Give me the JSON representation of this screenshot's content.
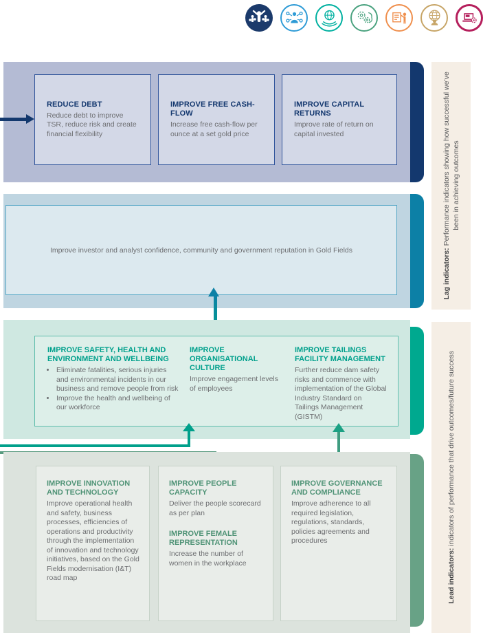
{
  "icons": [
    {
      "name": "people-leadership-icon",
      "color": "#1b3a6b",
      "style": "filled"
    },
    {
      "name": "stakeholder-network-icon",
      "color": "#2e9bd6",
      "style": "ring"
    },
    {
      "name": "globe-in-hands-icon",
      "color": "#00b0a0",
      "style": "ring"
    },
    {
      "name": "gears-brain-innovation-icon",
      "color": "#4aa27f",
      "style": "ring"
    },
    {
      "name": "presenter-board-icon",
      "color": "#ef8f4d",
      "style": "ring"
    },
    {
      "name": "globe-person-icon",
      "color": "#c7a567",
      "style": "ring"
    },
    {
      "name": "laptop-gear-icon",
      "color": "#b51f5c",
      "style": "thick-ring"
    }
  ],
  "colors": {
    "band1_bg": "#b4bbd4",
    "band1_cap": "#13386e",
    "band2_bg": "#bfd5e1",
    "band2_cap": "#0c80a6",
    "band3_bg": "#cfe8e1",
    "band3_cap": "#00a98f",
    "band4_bg": "#dce3dd",
    "band4_cap": "#68a286",
    "teal_accent": "#00a08b",
    "green_accent": "#579a7e",
    "beige_strip": "#f5eee5"
  },
  "strategy_band": {
    "boxes": [
      {
        "title": "REDUCE DEBT",
        "body": "Reduce debt to improve TSR, reduce risk and create financial flexibility"
      },
      {
        "title": "IMPROVE FREE CASH-FLOW",
        "body": "Increase free cash-flow per ounce at a set gold price"
      },
      {
        "title": "IMPROVE CAPITAL RETURNS",
        "body": "Improve rate of return on capital invested"
      }
    ]
  },
  "reputation_band": {
    "text": "Improve investor and analyst confidence, community and government reputation in Gold Fields"
  },
  "outcomes_band": {
    "columns": [
      {
        "title": "IMPROVE SAFETY, HEALTH AND ENVIRONMENT AND WELLBEING",
        "bullets": [
          "Eliminate fatalities, serious injuries and environmental incidents in our business and remove people from risk",
          "Improve the health and wellbeing of our workforce"
        ]
      },
      {
        "title": "IMPROVE ORGANISATIONAL CULTURE",
        "body": "Improve engagement levels of employees"
      },
      {
        "title": "IMPROVE TAILINGS FACILITY MANAGEMENT",
        "body": "Further reduce dam safety risks and commence with implementation of the Global Industry Standard on Tailings Management (GISTM)"
      }
    ]
  },
  "drivers_band": {
    "boxes": [
      {
        "title": "IMPROVE INNOVATION AND TECHNOLOGY",
        "body": "Improve operational health and safety, business processes, efficiencies of operations and productivity through the implementation of innovation and technology initiatives, based on the Gold Fields modernisation (I&T) road map"
      },
      {
        "sections": [
          {
            "title": "IMPROVE PEOPLE CAPACITY",
            "body": "Deliver the people scorecard as per plan"
          },
          {
            "title": "IMPROVE FEMALE REPRESENTATION",
            "body": "Increase the number of women in the workplace"
          }
        ]
      },
      {
        "title": "IMPROVE GOVERNANCE AND COMPLIANCE",
        "body": "Improve adherence to all required legislation, regulations, standards, policies agreements and procedures"
      }
    ]
  },
  "side_labels": {
    "lag_bold": "Lag indicators:",
    "lag_rest": " Performance indicators showing how successful we’ve been in achieving outcomes",
    "lead_bold": "Lead indicators:",
    "lead_rest": " indicators of performance that drive outcomes/future success"
  }
}
